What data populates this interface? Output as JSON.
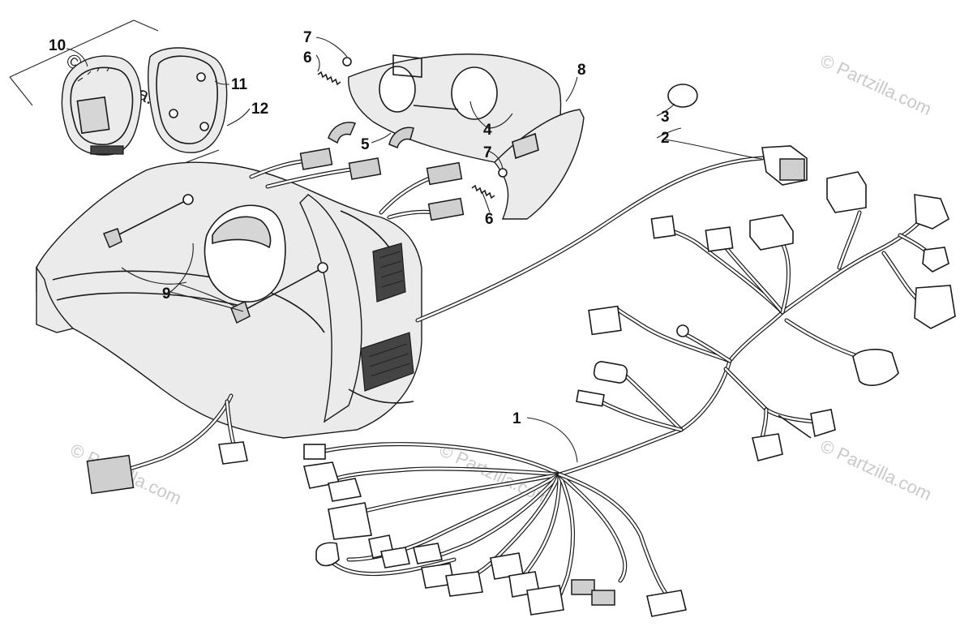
{
  "diagram": {
    "watermarks": [
      "© Partzilla.com",
      "© Partzilla.com",
      "© Partzilla.com",
      "© Partzilla.com",
      "© Partzilla.com",
      "© Partzilla.com"
    ],
    "callouts": [
      "1",
      "2",
      "3",
      "4",
      "5",
      "6",
      "6",
      "7",
      "7",
      "8",
      "9",
      "10",
      "11",
      "12"
    ]
  }
}
